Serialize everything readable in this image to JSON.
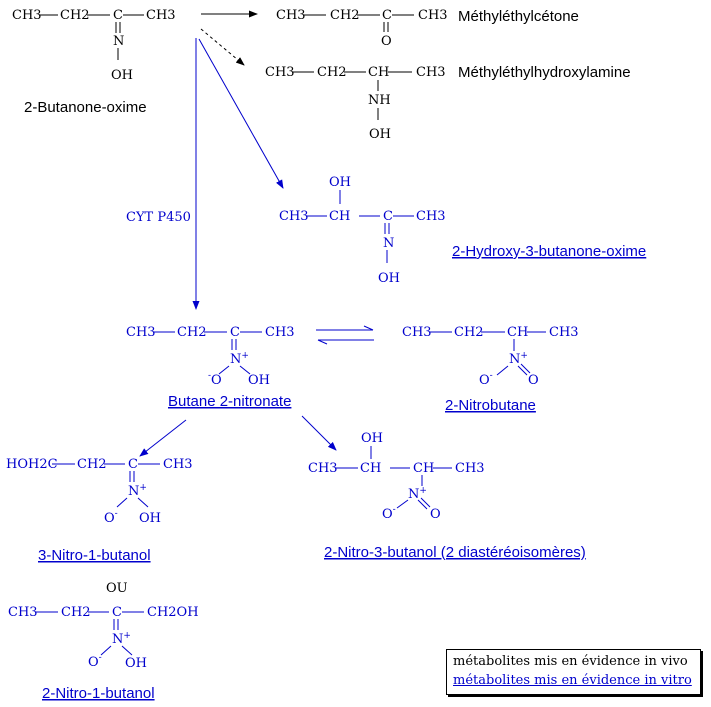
{
  "colors": {
    "in_vivo": "#000000",
    "in_vitro": "#0000cc"
  },
  "enzyme_label": "CYT P450",
  "compounds": {
    "butanone_oxime": {
      "name": "2-Butanone-oxime",
      "chain": [
        "CH3",
        "CH2",
        "C",
        "CH3"
      ],
      "N": "N",
      "OH": "OH"
    },
    "methylethylketone": {
      "name": "Méthyléthylcétone",
      "chain": [
        "CH3",
        "CH2",
        "C",
        "CH3"
      ],
      "O": "O"
    },
    "methylethylhydroxylamine": {
      "name": "Méthyléthylhydroxylamine",
      "chain": [
        "CH3",
        "CH2",
        "CH",
        "CH3"
      ],
      "NH": "NH",
      "OH": "OH"
    },
    "hydroxy_butanone_oxime": {
      "name": "2-Hydroxy-3-butanone-oxime",
      "top_OH": "OH",
      "chain": [
        "CH3",
        "CH",
        "C",
        "CH3"
      ],
      "N": "N",
      "OH": "OH"
    },
    "butane_nitronate": {
      "name": "Butane 2-nitronate",
      "chain": [
        "CH3",
        "CH2",
        "C",
        "CH3"
      ],
      "N": "N",
      "N_charge": "+",
      "O": "O",
      "O_charge": "-",
      "OH": "OH"
    },
    "nitrobutane": {
      "name": "2-Nitrobutane",
      "chain": [
        "CH3",
        "CH2",
        "CH",
        "CH3"
      ],
      "N": "N",
      "N_charge": "+",
      "O1": "O",
      "O1_charge": "-",
      "O2": "O"
    },
    "nitro_1_butanol_3": {
      "name": "3-Nitro-1-butanol",
      "chain": [
        "HOH2C",
        "CH2",
        "C",
        "CH3"
      ],
      "N": "N",
      "N_charge": "+",
      "O": "O",
      "O_charge": "-",
      "OH": "OH"
    },
    "nitro_3_butanol_2": {
      "name": "2-Nitro-3-butanol (2 diastéréoisomères)",
      "top_OH": "OH",
      "chain": [
        "CH3",
        "CH",
        "CH",
        "CH3"
      ],
      "N": "N",
      "N_charge": "+",
      "O1": "O",
      "O1_charge": "-",
      "O2": "O"
    },
    "nitro_1_butanol_2": {
      "name": "2-Nitro-1-butanol",
      "or_label": "OU",
      "chain": [
        "CH3",
        "CH2",
        "C",
        "CH2OH"
      ],
      "N": "N",
      "N_charge": "+",
      "O": "O",
      "O_charge": "-",
      "OH": "OH"
    }
  },
  "legend": {
    "in_vivo": "métabolites mis en évidence in vivo",
    "in_vitro": "métabolites mis en évidence in vitro"
  }
}
